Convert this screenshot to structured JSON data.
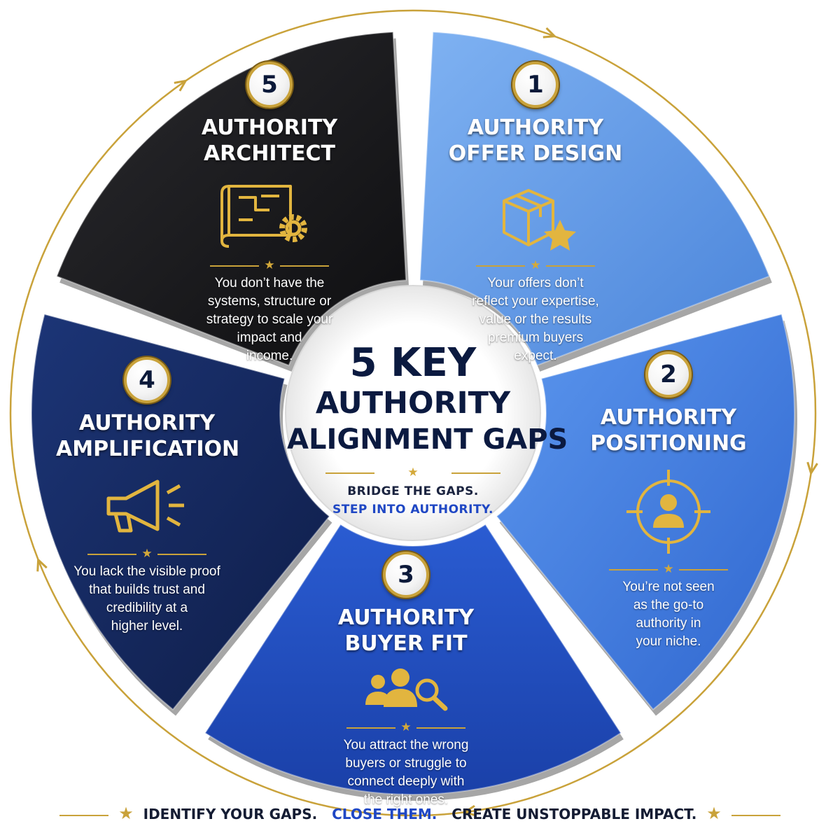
{
  "segments": [
    {
      "number": "1",
      "title_lines": [
        "AUTHORITY",
        "OFFER DESIGN"
      ],
      "icon": "box-star-icon",
      "desc_lines": [
        "Your offers don’t",
        "reflect your expertise,",
        "value or the results",
        "premium buyers",
        "expect."
      ]
    },
    {
      "number": "2",
      "title_lines": [
        "AUTHORITY",
        "POSITIONING"
      ],
      "icon": "target-person-icon",
      "desc_lines": [
        "You’re not seen",
        "as the go-to",
        "authority in",
        "your niche."
      ]
    },
    {
      "number": "3",
      "title_lines": [
        "AUTHORITY",
        "BUYER FIT"
      ],
      "icon": "people-search-icon",
      "desc_lines": [
        "You attract the wrong",
        "buyers or struggle to",
        "connect deeply with",
        "the right ones."
      ]
    },
    {
      "number": "4",
      "title_lines": [
        "AUTHORITY",
        "AMPLIFICATION"
      ],
      "icon": "megaphone-icon",
      "desc_lines": [
        "You lack the visible proof",
        "that builds trust and",
        "credibility at a",
        "higher level."
      ]
    },
    {
      "number": "5",
      "title_lines": [
        "AUTHORITY",
        "ARCHITECT"
      ],
      "icon": "blueprint-gear-icon",
      "desc_lines": [
        "You don’t have the",
        "systems, structure or",
        "strategy to scale your",
        "impact and",
        "income."
      ]
    }
  ],
  "center": {
    "title_lines": [
      "5 KEY",
      "AUTHORITY",
      "ALIGNMENT GAPS"
    ],
    "subtitle_1": "BRIDGE THE GAPS.",
    "subtitle_2": "STEP INTO AUTHORITY."
  },
  "footer": {
    "part_1": "IDENTIFY YOUR GAPS.",
    "part_2": "CLOSE THEM.",
    "part_3": "CREATE UNSTOPPABLE IMPACT."
  },
  "colors": {
    "gold": "#c9a23a",
    "navy_text": "#0b1a40",
    "accent_blue": "#1f47c4",
    "segment_1": "#5f98e4",
    "segment_2": "#3f7ee0",
    "segment_3": "#2150c2",
    "segment_4": "#14275e",
    "segment_5": "#1a1a1c"
  }
}
